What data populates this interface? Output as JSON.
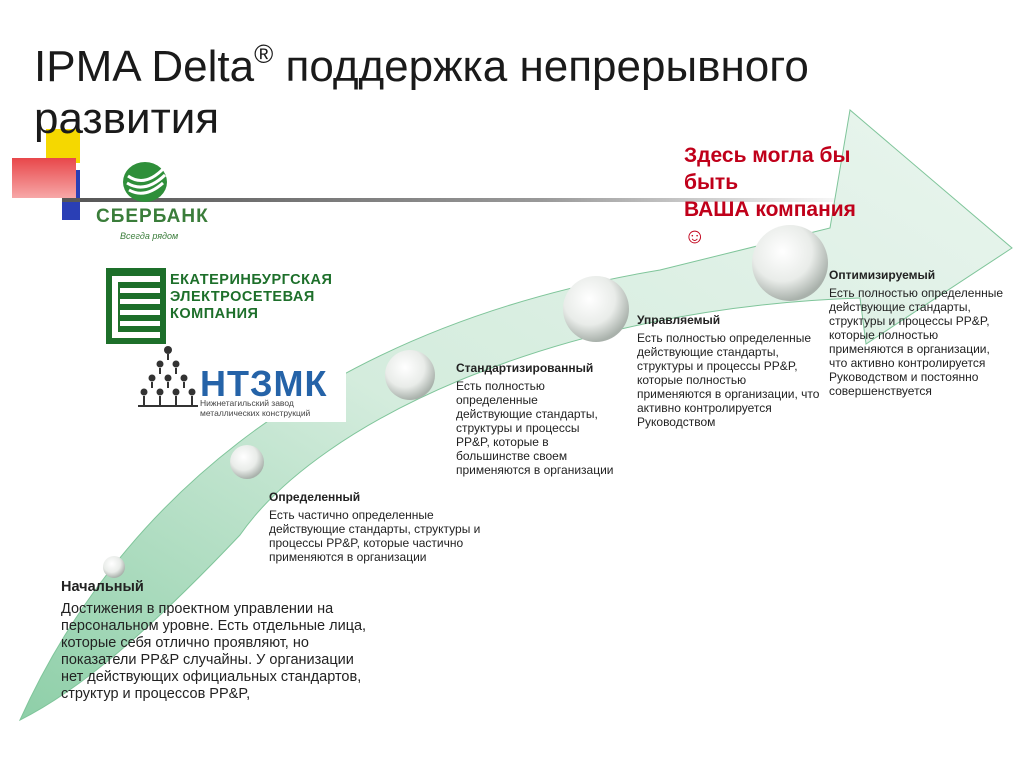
{
  "title": {
    "main": "IPMA Delta",
    "reg": "®",
    "rest": " поддержка непрерывного развития"
  },
  "callout": {
    "line1": "Здесь могла бы",
    "line2": "быть",
    "line3": "ВАША компания",
    "emoji": "☺"
  },
  "logos": {
    "sber": {
      "name": "СБЕРБАНК",
      "tagline": "Всегда рядом",
      "color": "#3a7d3a"
    },
    "eesk": {
      "name": "ЕКАТЕРИНБУРГСКАЯ ЭЛЕКТРОСЕТЕВАЯ КОМПАНИЯ",
      "color": "#1d6f2a"
    },
    "ntzmk": {
      "name": "НТЗМК",
      "subtitle": "Нижнетагильский завод металлических конструкций",
      "color": "#2563a8"
    }
  },
  "stages": [
    {
      "title": "Начальный",
      "text": "Достижения в проектном управлении на персональном уровне. Есть отдельные лица, которые себя отлично проявляют, но показатели PP&P случайны. У организации нет действующих официальных стандартов, структур и процессов PP&P,"
    },
    {
      "title": "Определенный",
      "text": "Есть частично определенные действующие стандарты, структуры и процессы PP&P, которые частично применяются в организации"
    },
    {
      "title": "Стандартизированный",
      "text": "Есть полностью определенные действующие стандарты, структуры и процессы PP&P,  которые в большинстве своем применяются в организации"
    },
    {
      "title": "Управляемый",
      "text": "Есть полностью определенные действующие стандарты, структуры и процессы PP&P,  которые полностью применяются в организации, что активно контролируется Руководством"
    },
    {
      "title": "Оптимизируемый",
      "text": "Есть полностью определенные действующие стандарты, структуры и процессы PP&P,  которые полностью применяются в организации, что активно контролируется Руководством и постоянно совершенствуется"
    }
  ],
  "colors": {
    "arrow_light": "#e9f5ee",
    "arrow_dark": "#8ecfa8",
    "callout": "#c0001a",
    "deco_yellow": "#f5d800",
    "deco_blue": "#2a3fb5",
    "deco_red": "#e8474a"
  }
}
